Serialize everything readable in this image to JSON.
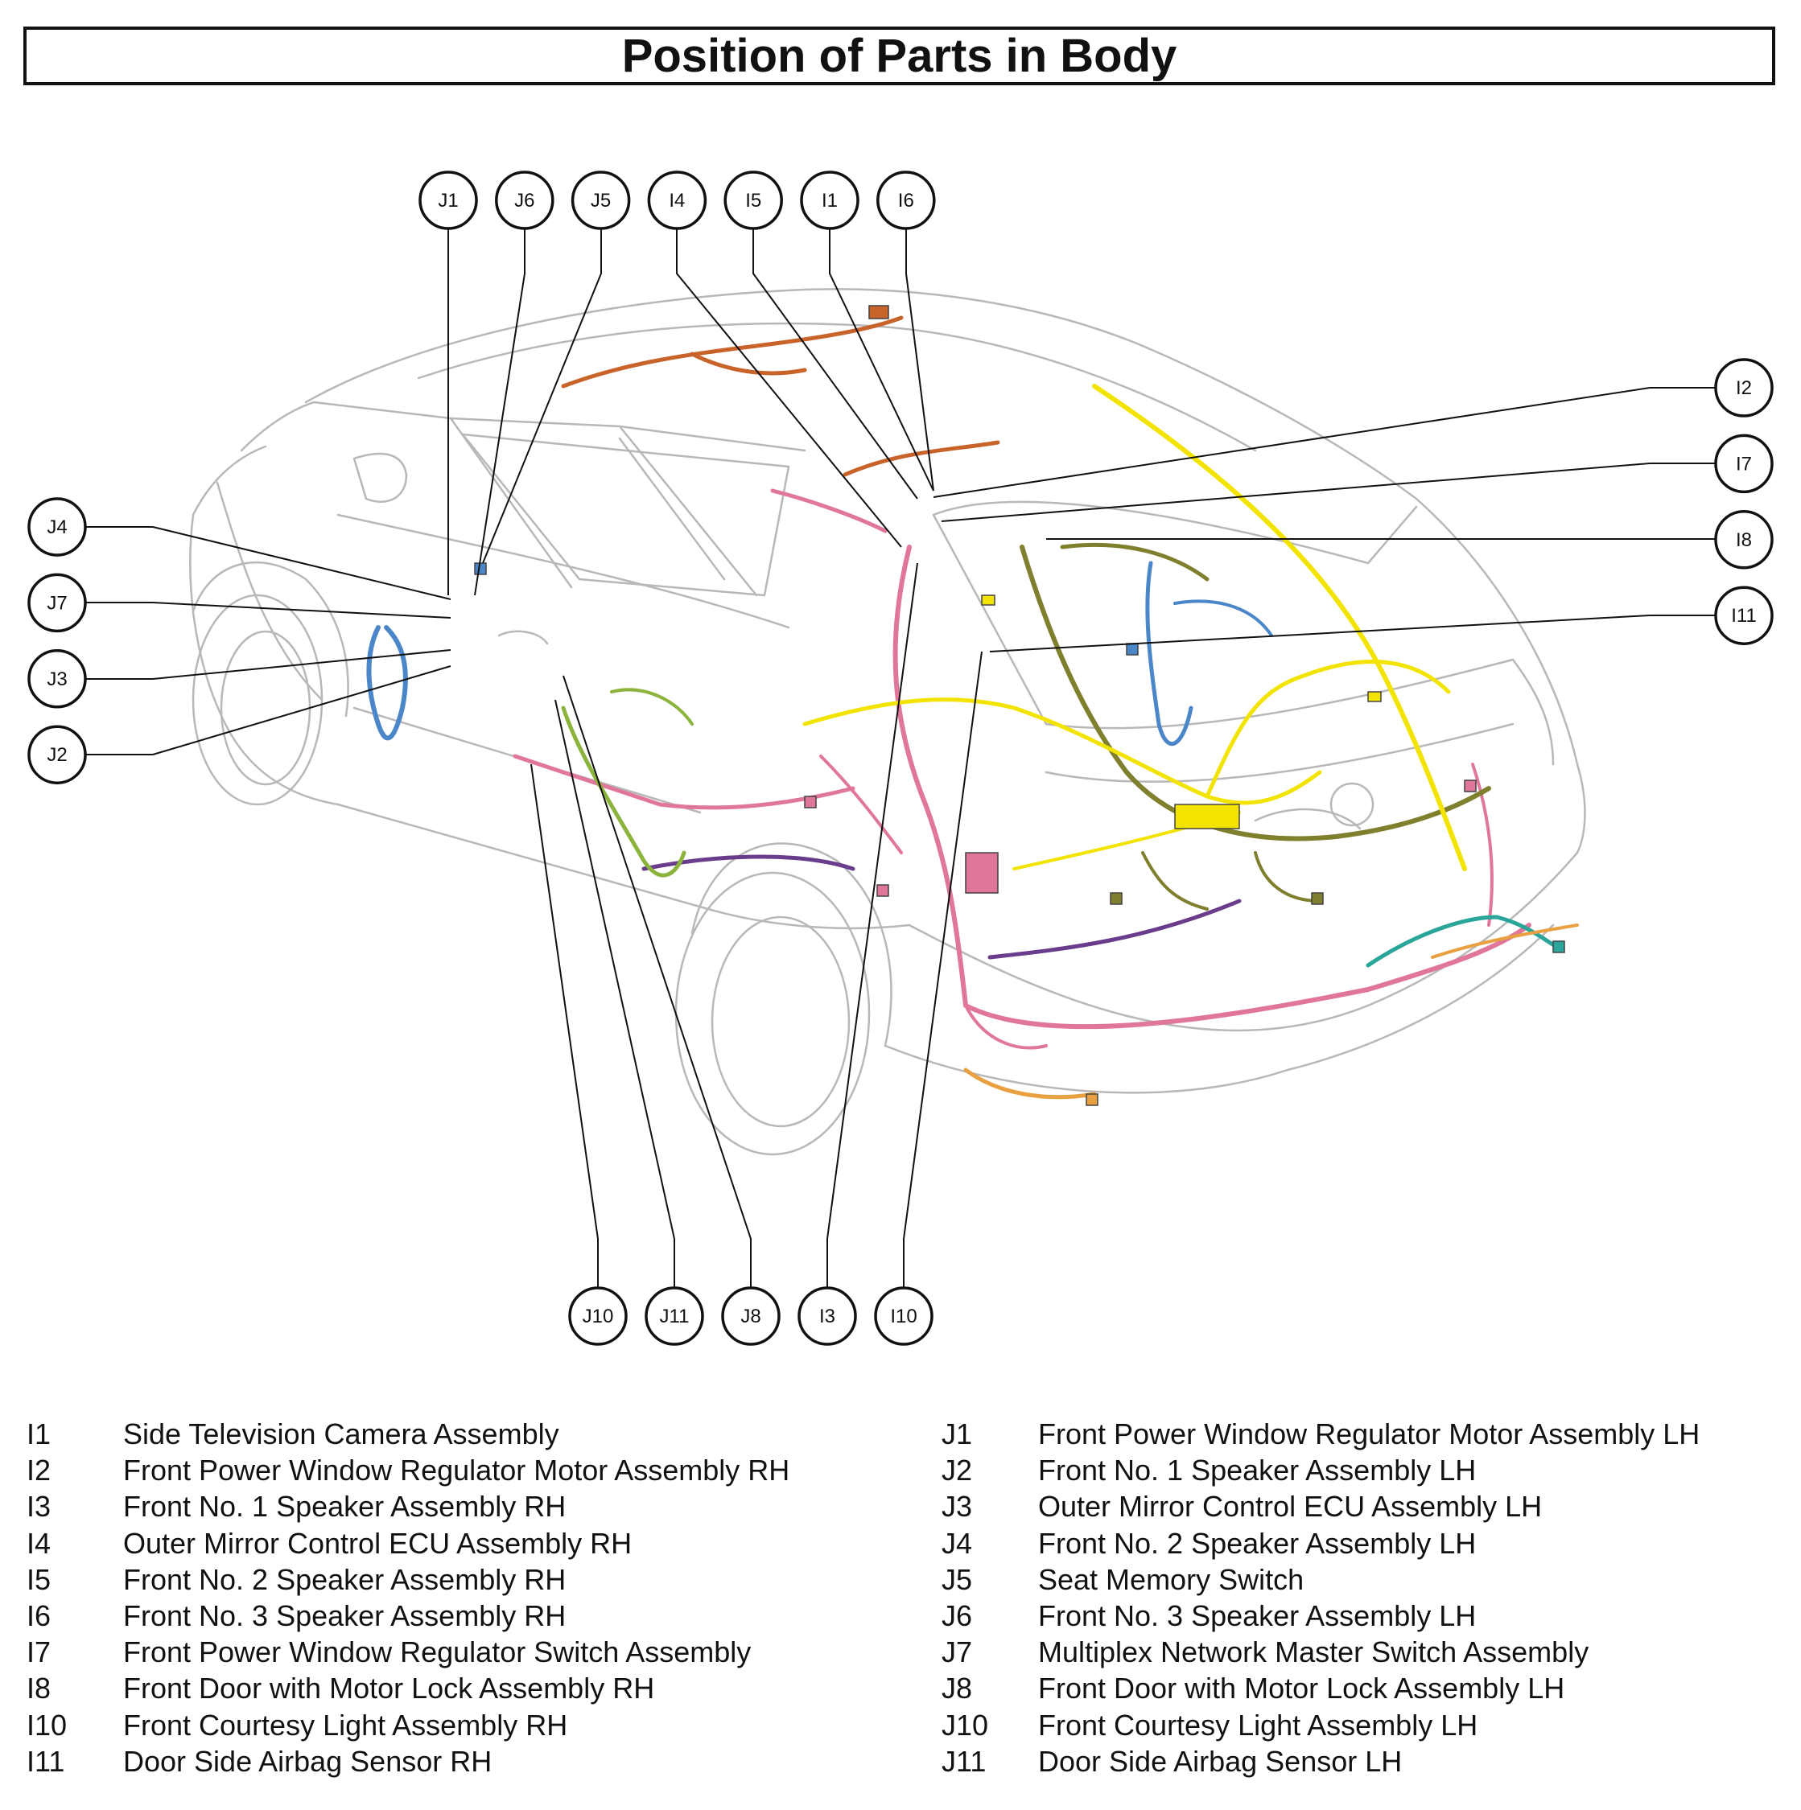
{
  "title": "Position of Parts in Body",
  "colors": {
    "outline": "#b8b8b8",
    "callout": "#111111",
    "harness_orange": "#c8642a",
    "harness_pink": "#e0779a",
    "harness_olive": "#7f7f2e",
    "harness_yellow": "#f2e400",
    "harness_blue": "#4a86c8",
    "harness_purple": "#6a3c8c",
    "harness_teal": "#2aa59a",
    "harness_amber": "#e8a040",
    "harness_green": "#8cb43c"
  },
  "callouts_top": [
    "J1",
    "J6",
    "J5",
    "I4",
    "I5",
    "I1",
    "I6"
  ],
  "callouts_left": [
    "J4",
    "J7",
    "J3",
    "J2"
  ],
  "callouts_right": [
    "I2",
    "I7",
    "I8",
    "I11"
  ],
  "callouts_bottom": [
    "J10",
    "J11",
    "J8",
    "I3",
    "I10"
  ],
  "legend_left": [
    {
      "code": "I1",
      "name": "Side Television Camera Assembly"
    },
    {
      "code": "I2",
      "name": "Front Power Window Regulator Motor Assembly RH"
    },
    {
      "code": "I3",
      "name": "Front No. 1 Speaker Assembly RH"
    },
    {
      "code": "I4",
      "name": "Outer Mirror Control ECU Assembly RH"
    },
    {
      "code": "I5",
      "name": "Front No. 2 Speaker Assembly RH"
    },
    {
      "code": "I6",
      "name": "Front No. 3 Speaker Assembly RH"
    },
    {
      "code": "I7",
      "name": "Front Power Window Regulator Switch Assembly"
    },
    {
      "code": "I8",
      "name": "Front Door with Motor Lock Assembly RH"
    },
    {
      "code": "I10",
      "name": "Front Courtesy Light Assembly RH"
    },
    {
      "code": "I11",
      "name": "Door Side Airbag Sensor RH"
    }
  ],
  "legend_right": [
    {
      "code": "J1",
      "name": "Front Power Window Regulator Motor Assembly LH"
    },
    {
      "code": "J2",
      "name": "Front No. 1 Speaker Assembly LH"
    },
    {
      "code": "J3",
      "name": "Outer Mirror Control ECU Assembly LH"
    },
    {
      "code": "J4",
      "name": "Front No. 2 Speaker Assembly LH"
    },
    {
      "code": "J5",
      "name": "Seat Memory Switch"
    },
    {
      "code": "J6",
      "name": "Front No. 3 Speaker Assembly LH"
    },
    {
      "code": "J7",
      "name": "Multiplex Network Master Switch Assembly"
    },
    {
      "code": "J8",
      "name": "Front Door with Motor Lock Assembly LH"
    },
    {
      "code": "J10",
      "name": "Front Courtesy Light Assembly LH"
    },
    {
      "code": "J11",
      "name": "Door Side Airbag Sensor LH"
    }
  ]
}
